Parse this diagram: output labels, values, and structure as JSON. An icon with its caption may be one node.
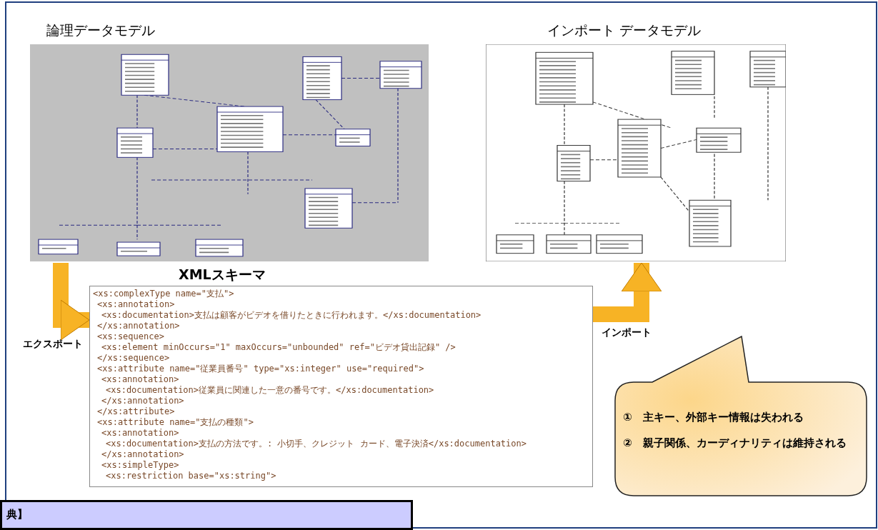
{
  "diagram": {
    "nodes": [
      {
        "text": [
          "論理データモデル"
        ]
      },
      {
        "text": [
          "XMLスキーマ",
          "<xs:complexType name=\"支払\">",
          "<xs:annotation>",
          "<xs:documentation>支払は顧客がビデオを借りたときに行われます。</xs:documentation>",
          "</xs:annotation>",
          "<xs:sequence>",
          "<xs:element minOccurs=\"1\" maxOccurs=\"unbounded\" ref=\"ビデオ貸出記録\" />",
          "</xs:sequence>",
          "<xs:attribute name=\"従業員番号\" type=\"xs:integer\" use=\"required\">",
          "<xs:annotation>",
          "<xs:documentation>従業員に関連した一意の番号です。</xs:documentation>",
          "</xs:annotation>",
          "</xs:attribute>",
          "<xs:attribute name=\"支払の種類\">",
          "<xs:annotation>",
          "<xs:documentation>支払の方法です。: 小切手、クレジット カード、電子決済</xs:documentation>",
          "</xs:annotation>",
          "<xs:simpleType>",
          "<xs:restriction base=\"xs:string\">"
        ]
      },
      {
        "text": [
          "インポート データモデル"
        ]
      },
      {
        "text": [
          "①　主キー、外部キー情報は失われる",
          "②　親子関係、カーディナリティは維持される"
        ]
      },
      {
        "text": [
          "典】"
        ]
      }
    ],
    "edges": [
      {
        "from": 0,
        "to": 1,
        "arrow": "to",
        "label": "エクスポート"
      },
      {
        "from": 1,
        "to": 2,
        "arrow": "to",
        "label": "インポート"
      }
    ]
  }
}
